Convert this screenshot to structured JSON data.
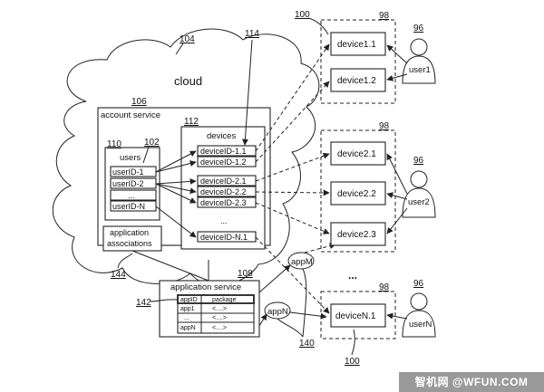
{
  "refs": {
    "cloud": "104",
    "account_service": "106",
    "devices_box": "112",
    "users_box": "110",
    "users_ref": "102",
    "app_service": "108",
    "pointer_114": "114",
    "assoc_ref": "144",
    "table_ref": "142",
    "devices_group_top": "100",
    "devices_group_bottom": "100",
    "group_98_a": "98",
    "group_98_b": "98",
    "group_98_c": "98",
    "user_96_a": "96",
    "user_96_b": "96",
    "user_96_c": "96",
    "app_arrow_ref": "140"
  },
  "cloud_label": "cloud",
  "account_service": {
    "title": "account service",
    "users_title": "users",
    "user_ids": [
      "userID-1",
      "userID-2",
      "...",
      "userID-N"
    ],
    "devices_title": "devices",
    "device_ids": [
      "deviceID-1.1",
      "deviceID-1.2",
      "deviceID-2.1",
      "deviceID-2.2",
      "deviceID-2.3",
      "...",
      "deviceID-N.1"
    ],
    "assoc_label_1": "application",
    "assoc_label_2": "associations"
  },
  "application_service": {
    "title": "application service",
    "columns": [
      "appID",
      "package"
    ],
    "rows": [
      [
        "app1",
        "<....>"
      ],
      [
        "...",
        "<....>"
      ],
      [
        "appN",
        "<....>"
      ]
    ]
  },
  "apps": {
    "app_m": "appM",
    "app_n": "appN"
  },
  "devices": {
    "group1": [
      "device1.1",
      "device1.2"
    ],
    "group2": [
      "device2.1",
      "device2.2",
      "device2.3"
    ],
    "ellipsis": "...",
    "groupN": [
      "deviceN.1"
    ]
  },
  "users": {
    "user1": "user1",
    "user2": "user2",
    "userN": "userN"
  },
  "watermark": "智机网 @WFUN.COM"
}
